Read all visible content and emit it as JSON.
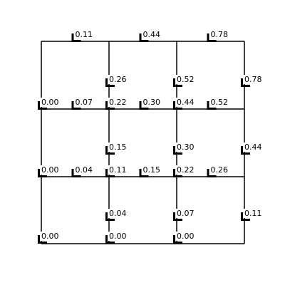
{
  "colors": {
    "line": "#000000",
    "marker": "#000000",
    "background": "#ffffff"
  },
  "grid": {
    "columns": 4,
    "rows": 4,
    "labels": [
      [
        "0.11",
        "0.44",
        "0.78"
      ],
      [
        "0.26",
        "0.52",
        "0.78"
      ],
      [
        "0.00",
        "0.07",
        "0.22",
        "0.30",
        "0.44",
        "0.52"
      ],
      [
        "0.15",
        "0.30",
        "0.44"
      ],
      [
        "0.00",
        "0.04",
        "0.11",
        "0.15",
        "0.22",
        "0.26"
      ],
      [
        "0.04",
        "0.07",
        "0.11"
      ],
      [
        "0.00",
        "0.00",
        "0.00"
      ]
    ]
  }
}
